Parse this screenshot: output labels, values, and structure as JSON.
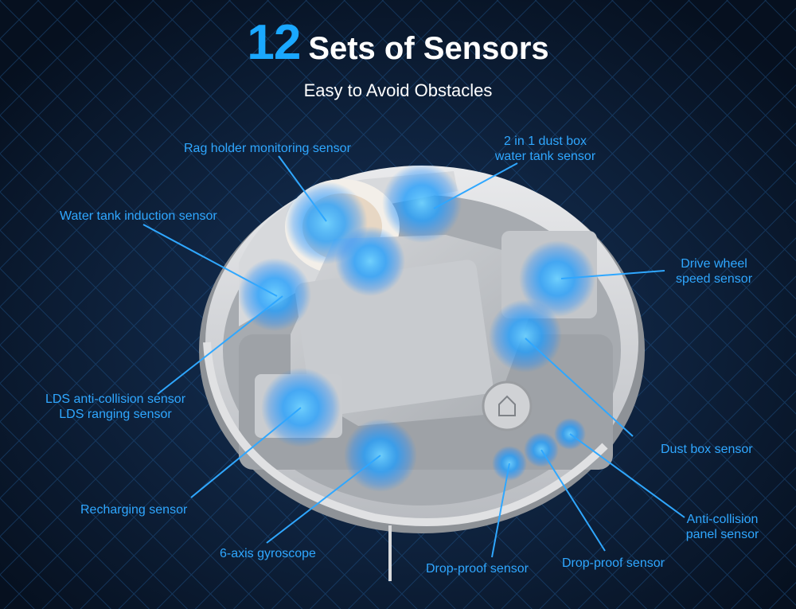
{
  "title": {
    "number": "12",
    "text": "Sets of Sensors"
  },
  "subtitle": "Easy to Avoid Obstacles",
  "labels": {
    "rag_holder": "Rag holder monitoring sensor",
    "dust_box_water_1": "2 in 1 dust box",
    "dust_box_water_2": "water tank sensor",
    "water_tank": "Water tank induction sensor",
    "drive_wheel_1": "Drive wheel",
    "drive_wheel_2": "speed sensor",
    "lds_1": "LDS anti-collision sensor",
    "lds_2": "LDS ranging sensor",
    "dust_box": "Dust box sensor",
    "recharging": "Recharging sensor",
    "gyroscope": "6-axis gyroscope",
    "anti_collision_1": "Anti-collision",
    "anti_collision_2": "panel sensor",
    "drop_proof_a": "Drop-proof sensor",
    "drop_proof_b": "Drop-proof sensor"
  },
  "colors": {
    "background": "#0a1a33",
    "accent": "#1aa8ff",
    "label": "#2fa7ff",
    "grid": "#1d4d80"
  }
}
